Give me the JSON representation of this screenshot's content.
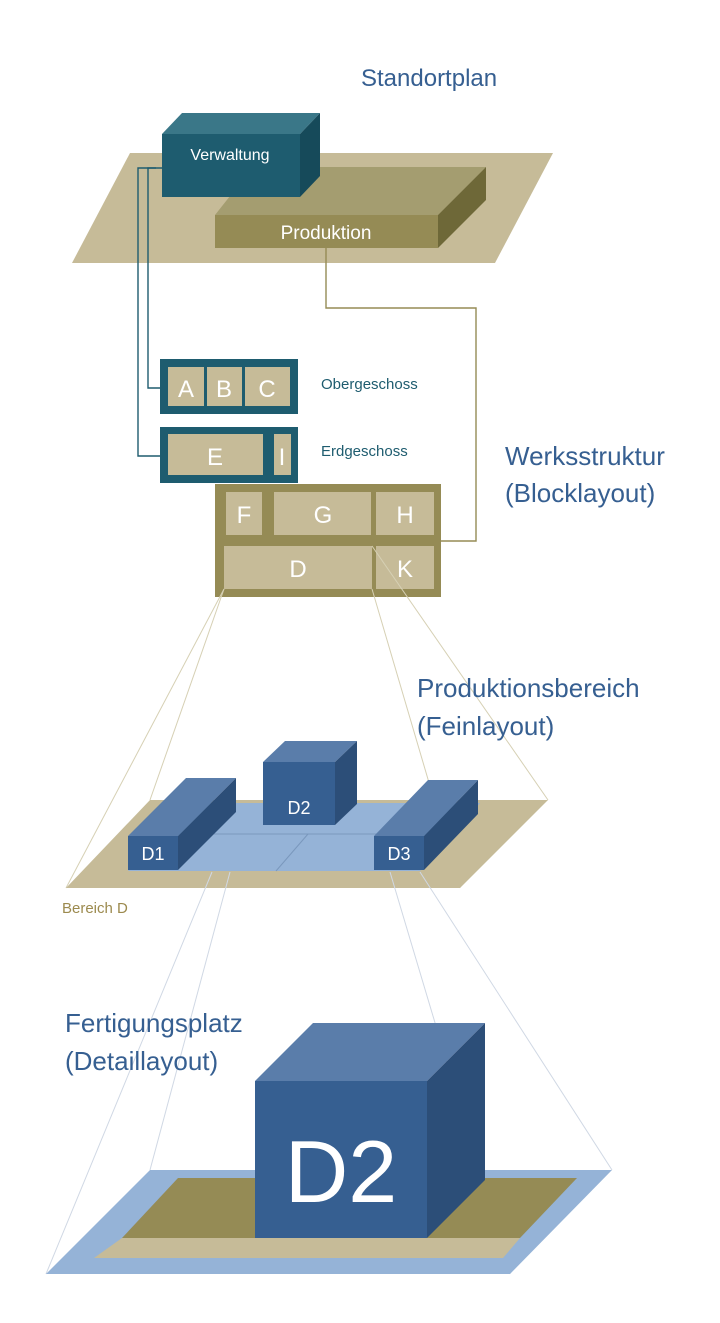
{
  "colors": {
    "tan": "#c6bb98",
    "olive": "#958b55",
    "olive_dark": "#7c7444",
    "teal": "#1e5c6f",
    "teal_top": "#3a7788",
    "blue": "#365f91",
    "blue_top": "#5a7daa",
    "blue_side": "#2c4e78",
    "light_blue": "#95b3d7",
    "heading": "#365f91",
    "caption_gold": "#9c8a4e"
  },
  "headings": {
    "site_plan": "Standortplan",
    "plant_structure_line1": "Werksstruktur",
    "plant_structure_line2": "(Blocklayout)",
    "production_area_line1": "Produktionsbereich",
    "production_area_line2": "(Feinlayout)",
    "workplace_line1": "Fertigungsplatz",
    "workplace_line2": "(Detaillayout)"
  },
  "site": {
    "administration": "Verwaltung",
    "production": "Produktion"
  },
  "floors": {
    "upper_label": "Obergeschoss",
    "ground_label": "Erdgeschoss",
    "upper_blocks": [
      "A",
      "B",
      "C"
    ],
    "ground_blocks": [
      "E",
      "I"
    ]
  },
  "production_blocks": [
    "F",
    "G",
    "H",
    "D",
    "K"
  ],
  "fine_layout": {
    "units": [
      "D1",
      "D2",
      "D3"
    ],
    "area_caption": "Bereich D"
  },
  "detail": {
    "unit": "D2"
  }
}
